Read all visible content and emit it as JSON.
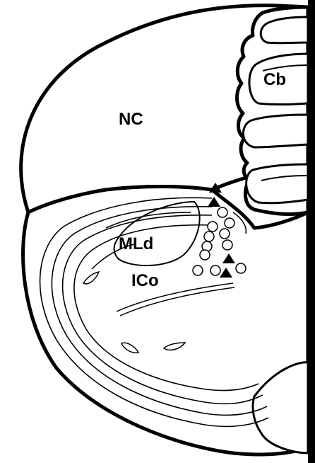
{
  "labels": {
    "nc": "NC",
    "cb": "Cb",
    "mld": "MLd",
    "ico": "ICo"
  },
  "markers": {
    "triangle_count": 4,
    "circle_count": 11
  },
  "colors": {
    "ink": "#000000",
    "paper": "#ffffff"
  }
}
